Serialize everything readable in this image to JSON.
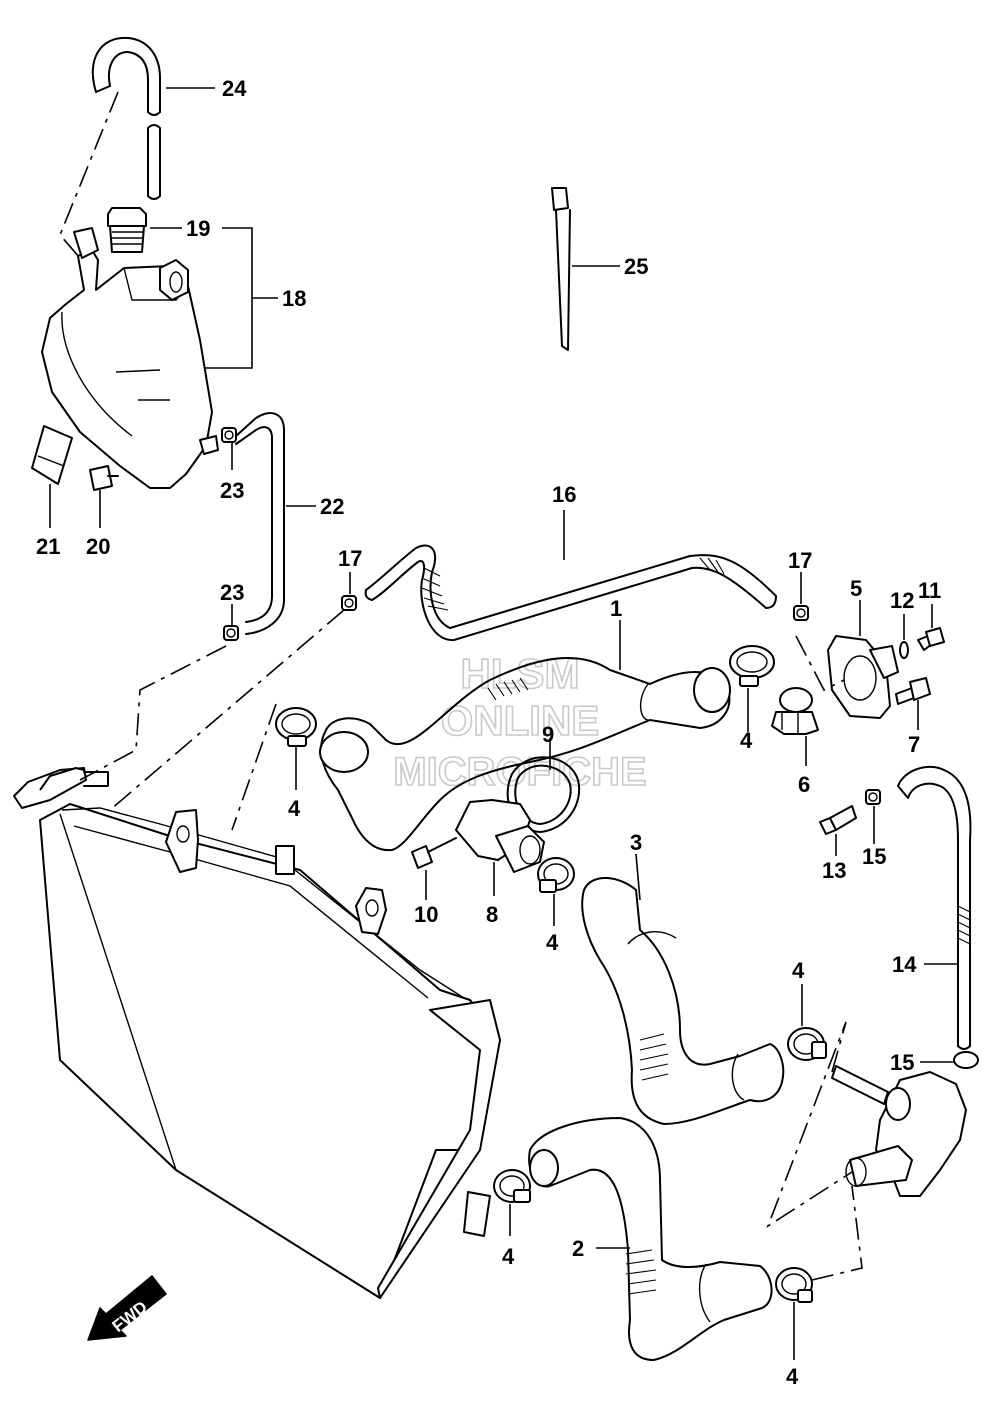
{
  "watermark": {
    "line1": "HLSM",
    "line2": "ONLINE",
    "line3": "MICROFICHE"
  },
  "direction_badge": {
    "label": "FWD"
  },
  "callouts": {
    "c1": "1",
    "c2": "2",
    "c3": "3",
    "c4a": "4",
    "c4b": "4",
    "c4c": "4",
    "c4d": "4",
    "c4e": "4",
    "c4f": "4",
    "c5": "5",
    "c6": "6",
    "c7": "7",
    "c8": "8",
    "c9": "9",
    "c10": "10",
    "c11": "11",
    "c12": "12",
    "c13": "13",
    "c14": "14",
    "c15a": "15",
    "c15b": "15",
    "c16": "16",
    "c17a": "17",
    "c17b": "17",
    "c18": "18",
    "c19": "19",
    "c20": "20",
    "c21": "21",
    "c22": "22",
    "c23a": "23",
    "c23b": "23",
    "c24": "24",
    "c25": "25"
  }
}
